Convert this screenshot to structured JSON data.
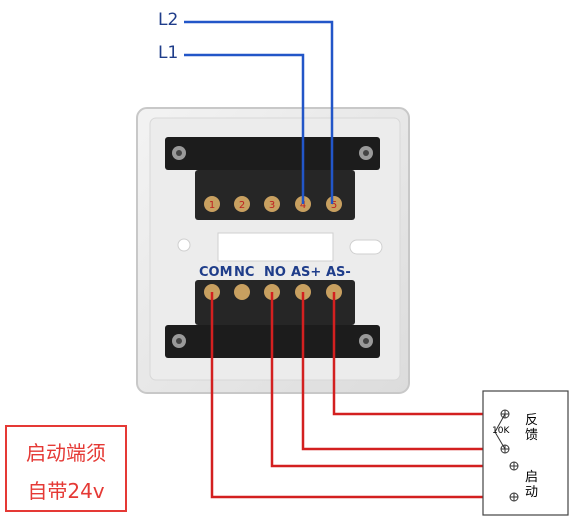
{
  "lines": {
    "l2": "L2",
    "l1": "L1"
  },
  "terminals": [
    "COM",
    "NC",
    "NO",
    "AS+",
    "AS-"
  ],
  "top_terminal_numbers": [
    "1",
    "2",
    "3",
    "4",
    "5"
  ],
  "device": {
    "resistor": "10K",
    "feedback": "反\n馈",
    "start": "启\n动"
  },
  "note": {
    "line1": "启动端须",
    "line2": "自带24v"
  },
  "colors": {
    "blue_wire": "#2256c8",
    "red_wire": "#d32020",
    "label_blue": "#1f3d8a",
    "note_red": "#e53935"
  }
}
